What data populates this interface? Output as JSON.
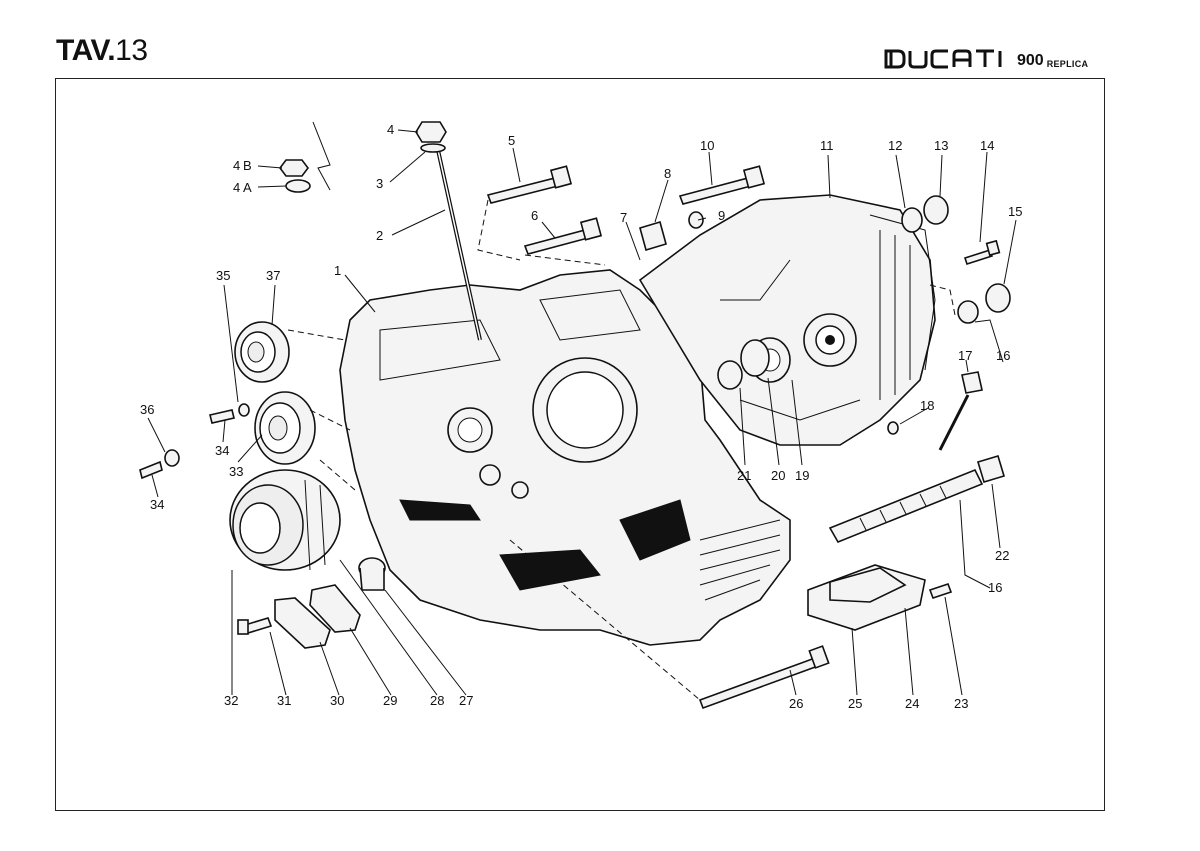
{
  "header": {
    "tav_prefix": "TAV.",
    "tav_number": "13",
    "brand_name": "DUCATI",
    "model": "900",
    "model_suffix": "REPLICA"
  },
  "diagram": {
    "callouts": [
      "1",
      "2",
      "3",
      "4",
      "4B",
      "4A",
      "5",
      "6",
      "7",
      "8",
      "9",
      "10",
      "11",
      "12",
      "13",
      "14",
      "15",
      "16",
      "17",
      "18",
      "19",
      "20",
      "21",
      "22",
      "23",
      "24",
      "25",
      "26",
      "27",
      "28",
      "29",
      "30",
      "31",
      "32",
      "33",
      "34",
      "35",
      "36",
      "37"
    ],
    "label_text": {
      "c1": "1",
      "c2": "2",
      "c3": "3",
      "c4": "4",
      "c4b": "4",
      "c4b_sub": "B",
      "c4a": "4",
      "c4a_sub": "A",
      "c5": "5",
      "c6": "6",
      "c7": "7",
      "c8": "8",
      "c9": "9",
      "c10": "10",
      "c11": "11",
      "c12": "12",
      "c13": "13",
      "c14": "14",
      "c15": "15",
      "c16a": "16",
      "c16b": "16",
      "c17": "17",
      "c18": "18",
      "c19": "19",
      "c20": "20",
      "c21": "21",
      "c22": "22",
      "c23": "23",
      "c24": "24",
      "c25": "25",
      "c26": "26",
      "c27": "27",
      "c28": "28",
      "c29": "29",
      "c30": "30",
      "c31": "31",
      "c32": "32",
      "c33": "33",
      "c34a": "34",
      "c34b": "34",
      "c35": "35",
      "c36": "36",
      "c37": "37"
    }
  }
}
